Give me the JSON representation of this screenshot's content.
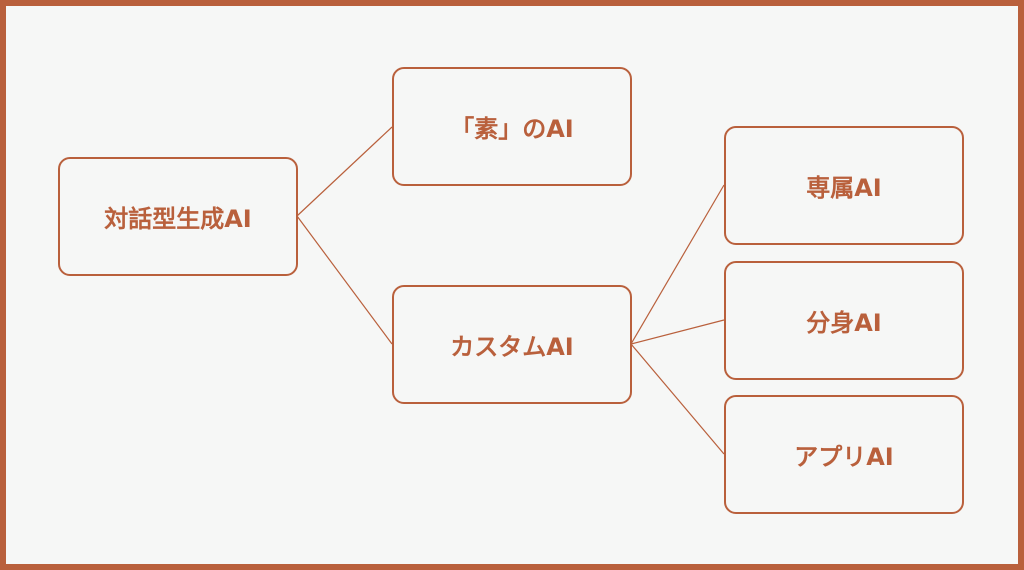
{
  "colors": {
    "accent": "#b9603c",
    "background": "#f6f7f6"
  },
  "nodes": {
    "root": "対話型生成AI",
    "plain": "「素」のAI",
    "custom": "カスタムAI",
    "dedicated": "専属AI",
    "alter": "分身AI",
    "app": "アプリAI"
  }
}
